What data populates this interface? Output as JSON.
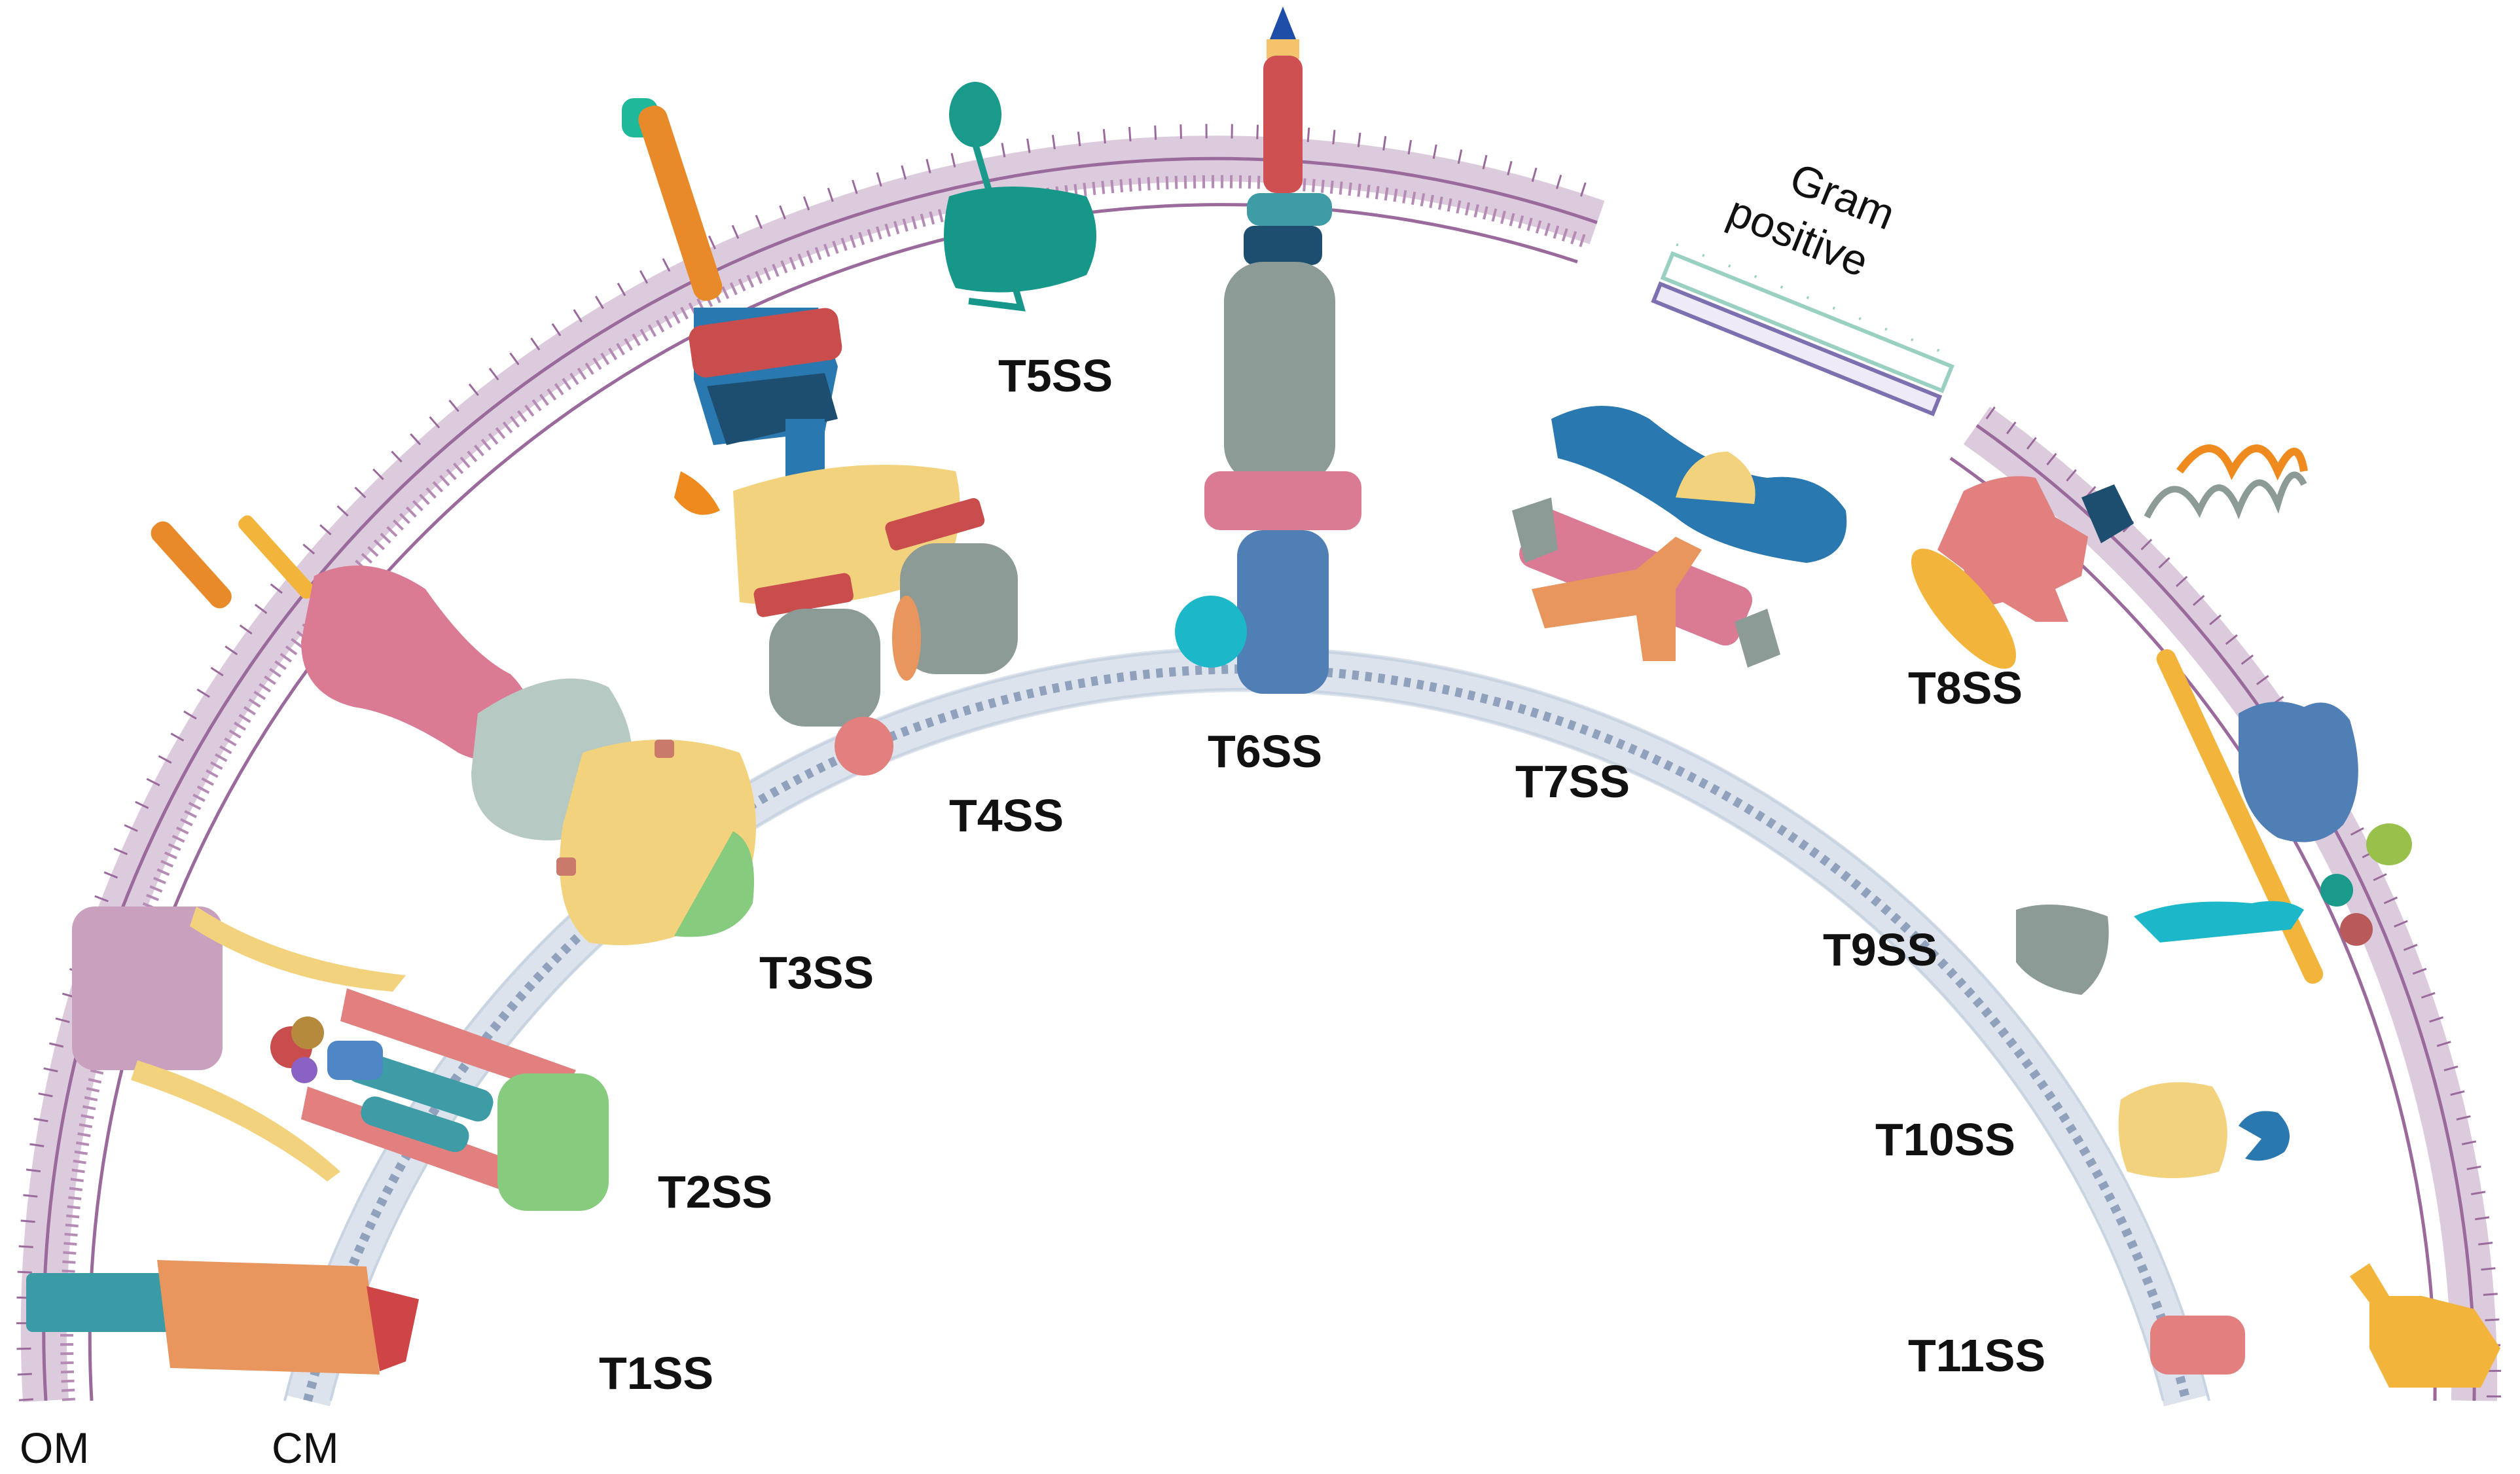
{
  "labels": {
    "om": "OM",
    "cm": "CM",
    "gram_positive_line1": "Gram",
    "gram_positive_line2": "positive"
  },
  "systems": [
    {
      "id": "t1",
      "label": "T1SS"
    },
    {
      "id": "t2",
      "label": "T2SS"
    },
    {
      "id": "t3",
      "label": "T3SS"
    },
    {
      "id": "t4",
      "label": "T4SS"
    },
    {
      "id": "t5",
      "label": "T5SS"
    },
    {
      "id": "t6",
      "label": "T6SS"
    },
    {
      "id": "t7",
      "label": "T7SS"
    },
    {
      "id": "t8",
      "label": "T8SS"
    },
    {
      "id": "t9",
      "label": "T9SS"
    },
    {
      "id": "t10",
      "label": "T10SS"
    },
    {
      "id": "t11",
      "label": "T11SS"
    }
  ],
  "colors": {
    "outer_membrane": "#9a6a9c",
    "inner_membrane": "#9fb0c8",
    "gram_positive_wall": "#9ad0c2",
    "gram_positive_membrane": "#7d6fb0",
    "label": "#111111"
  }
}
